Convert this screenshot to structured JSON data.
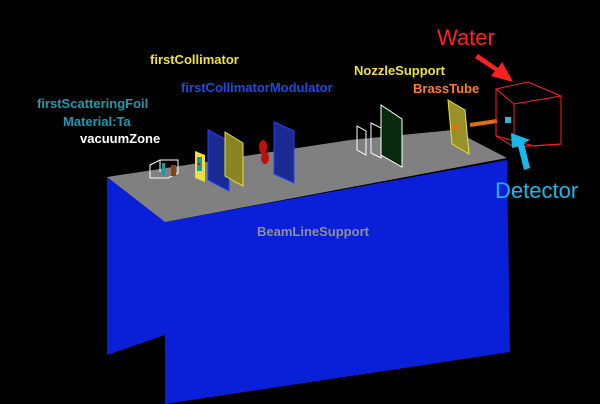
{
  "labels": {
    "first_collimator": "firstCollimator",
    "first_collimator_modulator": "firstCollimatorModulator",
    "first_scattering_foil": "firstScatteringFoil",
    "material": "Material:Ta",
    "vacuum_zone": "vacuumZone",
    "nozzle_support": "NozzleSupport",
    "brass_tube": "BrassTube",
    "water": "Water",
    "detector": "Detector",
    "beam_line_support": "BeamLineSupport"
  },
  "colors": {
    "background": "#000000",
    "support_top": "#808080",
    "support_side": "#0a1fd8",
    "collimator": "#e6e040",
    "modulator": "#1a3fd8",
    "foil": "#1a9ab0",
    "water": "#ff2020",
    "detector": "#1ab8e8",
    "brass": "#ff8020"
  }
}
